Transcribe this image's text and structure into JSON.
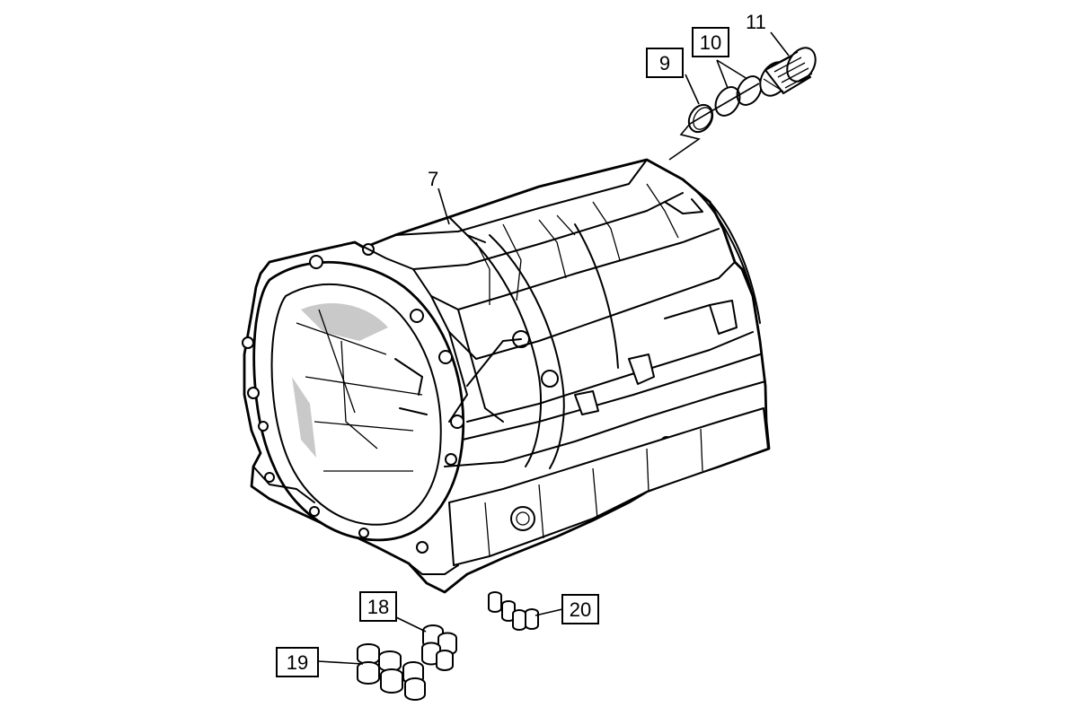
{
  "callouts": [
    {
      "id": "7",
      "label": "7",
      "boxed": false
    },
    {
      "id": "9",
      "label": "9",
      "boxed": true
    },
    {
      "id": "10",
      "label": "10",
      "boxed": true
    },
    {
      "id": "11",
      "label": "11",
      "boxed": false
    },
    {
      "id": "18",
      "label": "18",
      "boxed": true
    },
    {
      "id": "19",
      "label": "19",
      "boxed": true
    },
    {
      "id": "20",
      "label": "20",
      "boxed": true
    }
  ]
}
